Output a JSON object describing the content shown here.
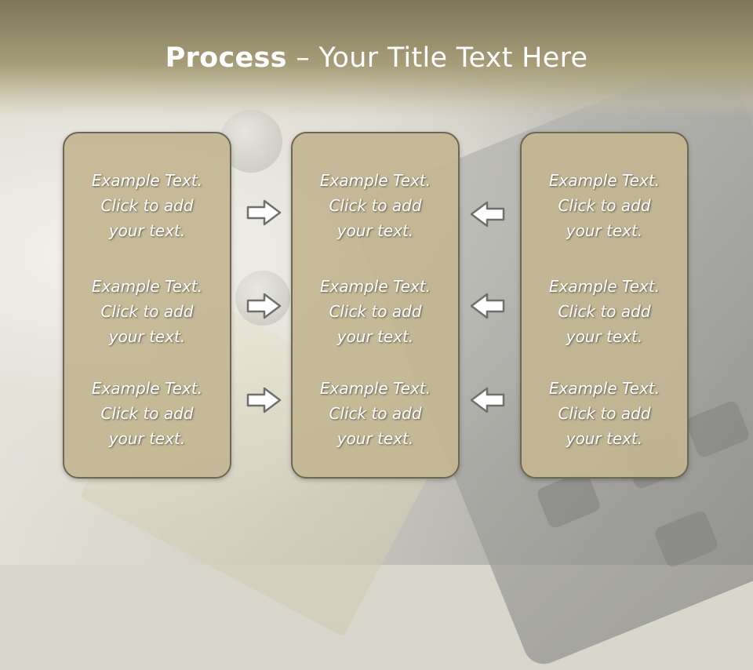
{
  "title": {
    "bold": "Process",
    "rest": " – Your Title Text Here"
  },
  "columns": [
    {
      "items": [
        "Example Text.\nClick  to add\nyour text.",
        "Example Text.\nClick  to add\nyour text.",
        "Example Text.\nClick  to add\nyour text."
      ]
    },
    {
      "items": [
        "Example Text.\nClick  to add\nyour text.",
        "Example Text.\nClick  to add\nyour text.",
        "Example Text.\nClick  to add\nyour text."
      ]
    },
    {
      "items": [
        "Example Text.\nClick  to add\nyour text.",
        "Example Text.\nClick  to add\nyour text.",
        "Example Text.\nClick  to add\nyour text."
      ]
    }
  ],
  "arrows": {
    "left_group": [
      "arrow-right-icon",
      "arrow-right-icon",
      "arrow-right-icon"
    ],
    "right_group": [
      "arrow-left-icon",
      "arrow-left-icon",
      "arrow-left-icon"
    ]
  },
  "colors": {
    "header": "#8a8163",
    "box_fill": "#c3b692",
    "box_border": "#6e6752",
    "text": "#ffffff"
  }
}
